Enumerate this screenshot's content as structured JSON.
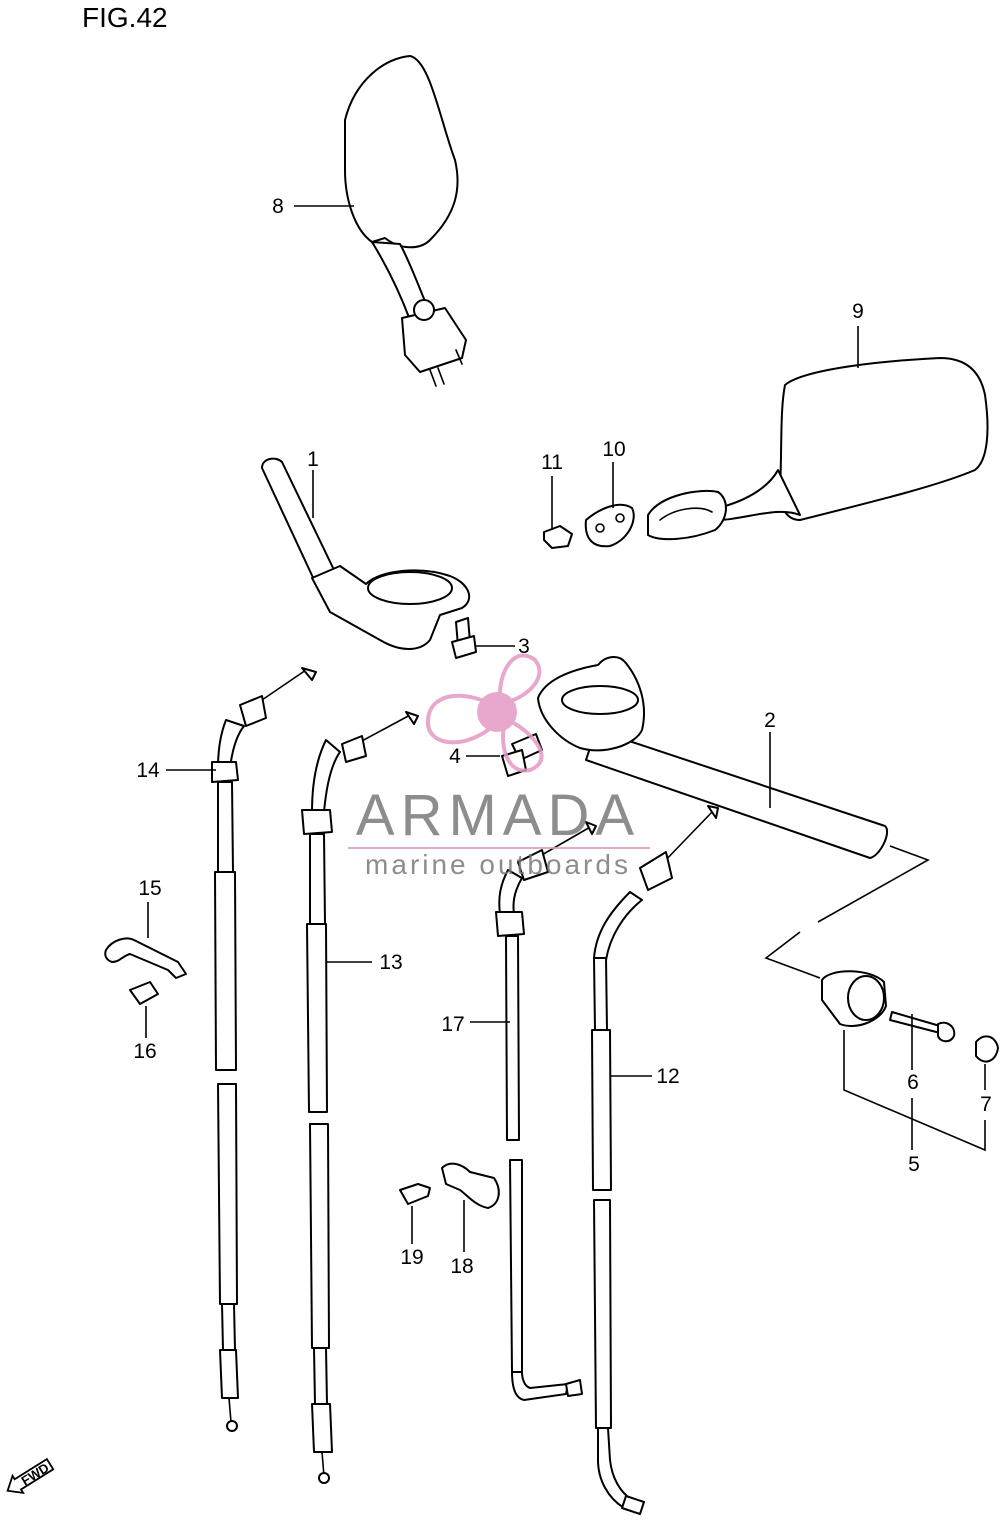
{
  "figure": {
    "title": "FIG.42"
  },
  "callouts": [
    {
      "id": "1",
      "label": "1"
    },
    {
      "id": "2",
      "label": "2"
    },
    {
      "id": "3",
      "label": "3"
    },
    {
      "id": "4",
      "label": "4"
    },
    {
      "id": "5",
      "label": "5"
    },
    {
      "id": "6",
      "label": "6"
    },
    {
      "id": "7",
      "label": "7"
    },
    {
      "id": "8",
      "label": "8"
    },
    {
      "id": "9",
      "label": "9"
    },
    {
      "id": "10",
      "label": "10"
    },
    {
      "id": "11",
      "label": "11"
    },
    {
      "id": "12",
      "label": "12"
    },
    {
      "id": "13",
      "label": "13"
    },
    {
      "id": "14",
      "label": "14"
    },
    {
      "id": "15",
      "label": "15"
    },
    {
      "id": "16",
      "label": "16"
    },
    {
      "id": "17",
      "label": "17"
    },
    {
      "id": "18",
      "label": "18"
    },
    {
      "id": "19",
      "label": "19"
    }
  ],
  "watermark": {
    "brand": "ARMADA",
    "tagline": "marine outboards",
    "color": "#e49ac6"
  },
  "direction_badge": {
    "label": "FWD",
    "icon": "fwd-arrow-icon"
  }
}
